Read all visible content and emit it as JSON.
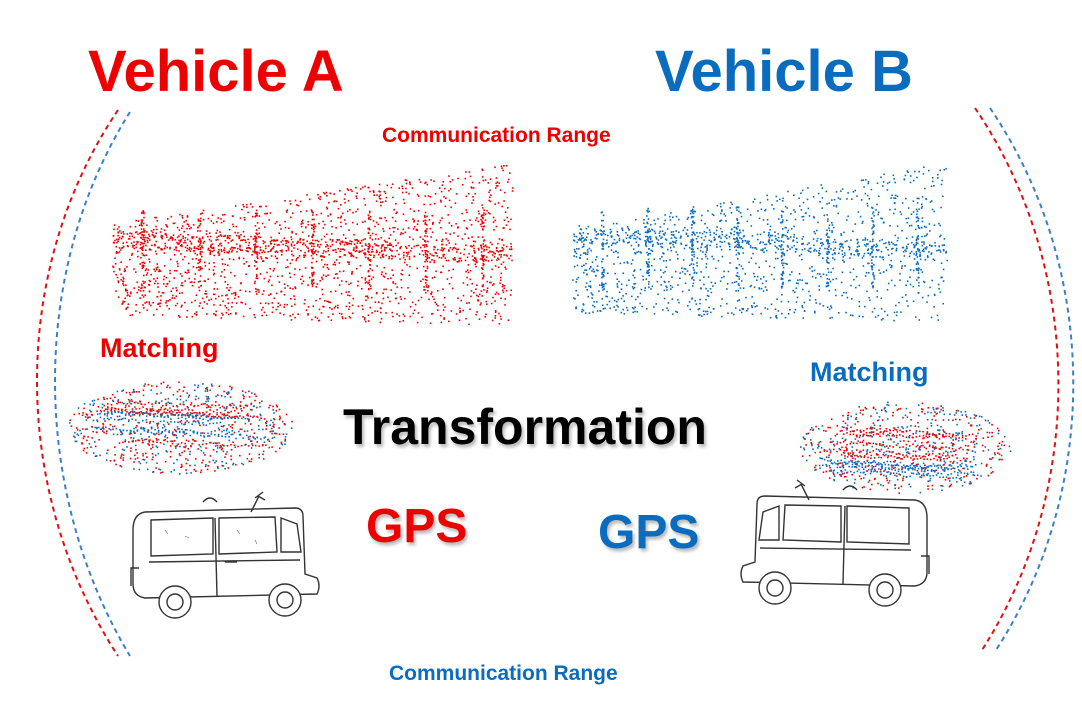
{
  "vehicle_a": {
    "title": "Vehicle A",
    "matching_label": "Matching",
    "gps_label": "GPS",
    "color": "#ee0000"
  },
  "vehicle_b": {
    "title": "Vehicle B",
    "matching_label": "Matching",
    "gps_label": "GPS",
    "color": "#0a6cbf"
  },
  "communication_range": {
    "top_label": "Communication Range",
    "bottom_label": "Communication Range"
  },
  "center_label": "Transformation",
  "icons": {
    "point_cloud_a": "red-lidar-point-cloud",
    "point_cloud_b": "blue-lidar-point-cloud",
    "matching_cloud_a": "overlaid-red-blue-point-cloud",
    "matching_cloud_b": "overlaid-red-blue-point-cloud",
    "car": "autonomous-vehicle-sketch"
  }
}
